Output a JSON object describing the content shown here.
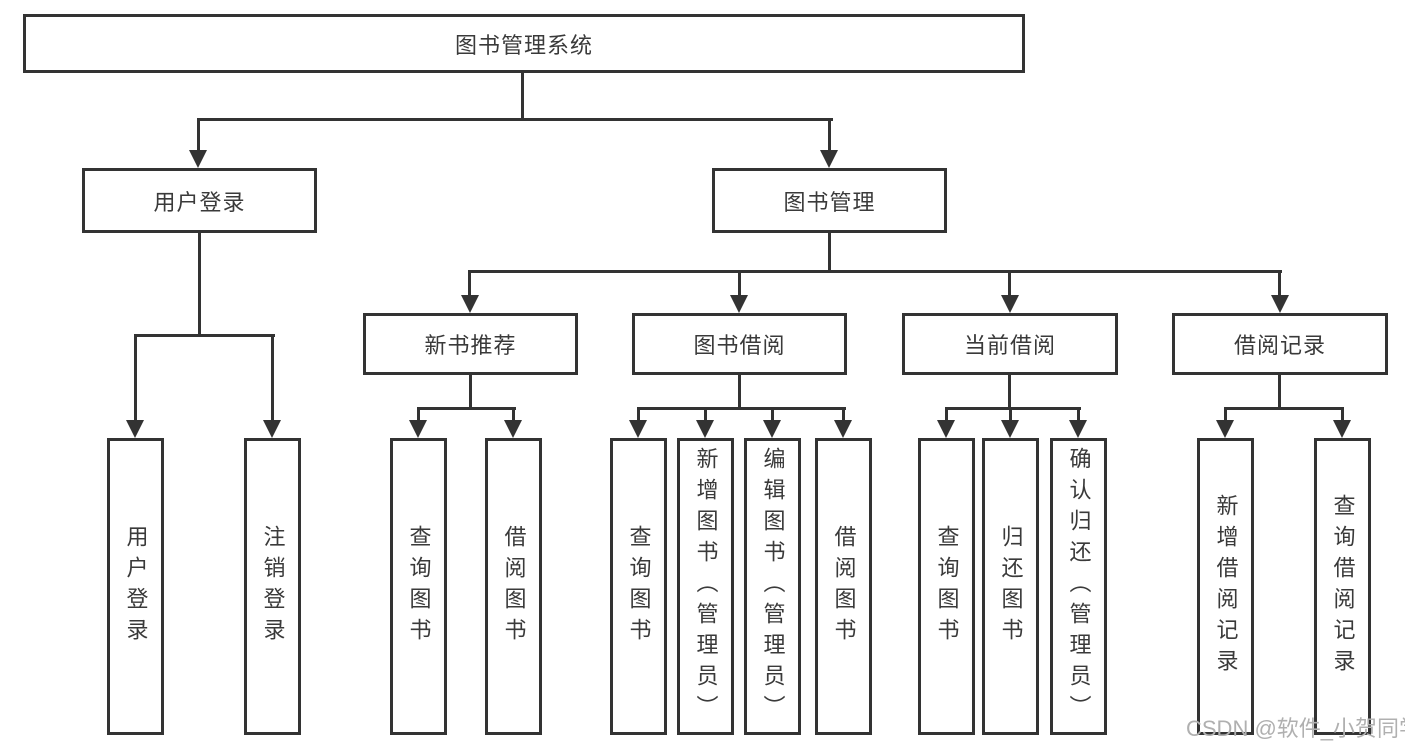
{
  "diagram": {
    "root": "图书管理系统",
    "level2": [
      {
        "label": "用户登录"
      },
      {
        "label": "图书管理"
      }
    ],
    "login_children": [
      "用户登录",
      "注销登录"
    ],
    "groups": [
      {
        "label": "新书推荐",
        "children": [
          "查询图书",
          "借阅图书"
        ]
      },
      {
        "label": "图书借阅",
        "children": [
          "查询图书",
          "新增图书（管理员）",
          "编辑图书（管理员）",
          "借阅图书"
        ]
      },
      {
        "label": "当前借阅",
        "children": [
          "查询图书",
          "归还图书",
          "确认归还（管理员）"
        ]
      },
      {
        "label": "借阅记录",
        "children": [
          "新增借阅记录",
          "查询借阅记录"
        ]
      }
    ],
    "watermark": "CSDN @软件_小贺同学",
    "colors": {
      "line": "#333333",
      "text": "#3a3a3a",
      "background": "#ffffff",
      "watermark": "#b0b0b0"
    }
  }
}
